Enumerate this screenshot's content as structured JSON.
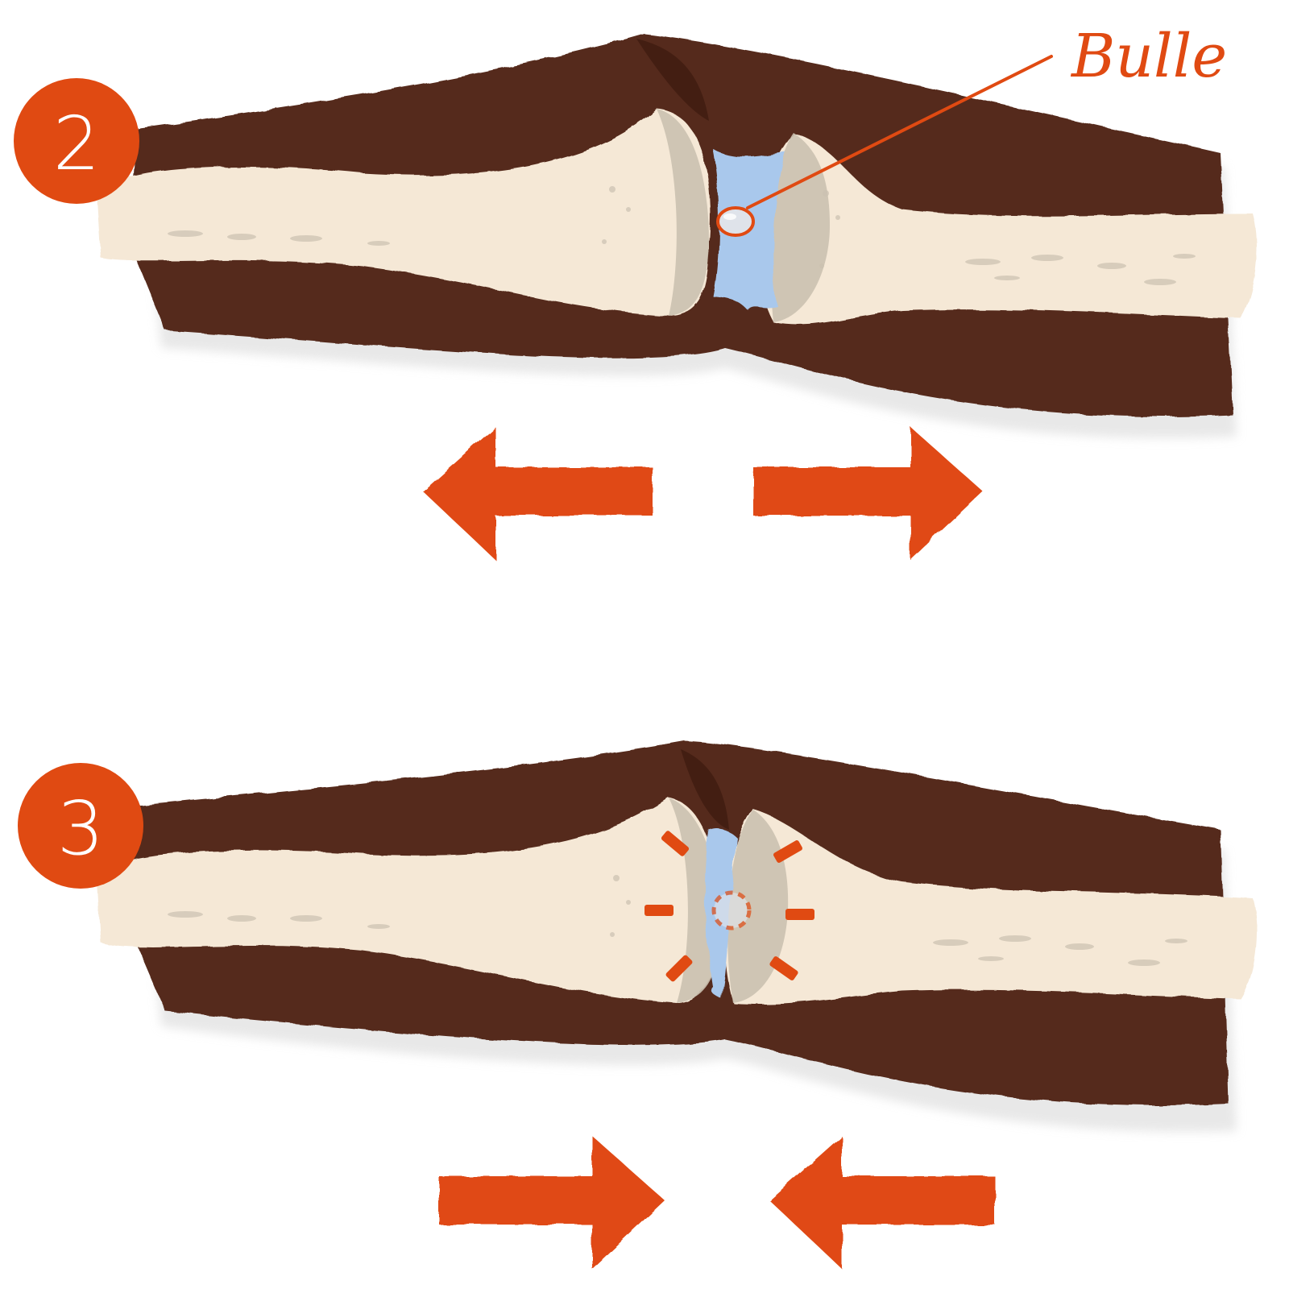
{
  "colors": {
    "accent": "#e04a12",
    "muscle": "#55291a",
    "muscle_dark": "#3f1c10",
    "bone": "#f5e8d6",
    "bone_shadow": "#cbc1b0",
    "fluid": "#a9c8ec",
    "background": "#ffffff"
  },
  "label": {
    "text": "Bulle"
  },
  "panels": [
    {
      "number": "2",
      "arrows": [
        "arrow-left",
        "arrow-right"
      ],
      "state": "joint pulled apart, bubble forming"
    },
    {
      "number": "3",
      "arrows": [
        "arrow-right",
        "arrow-left"
      ],
      "state": "joint pushed together, bubble collapsing"
    }
  ]
}
